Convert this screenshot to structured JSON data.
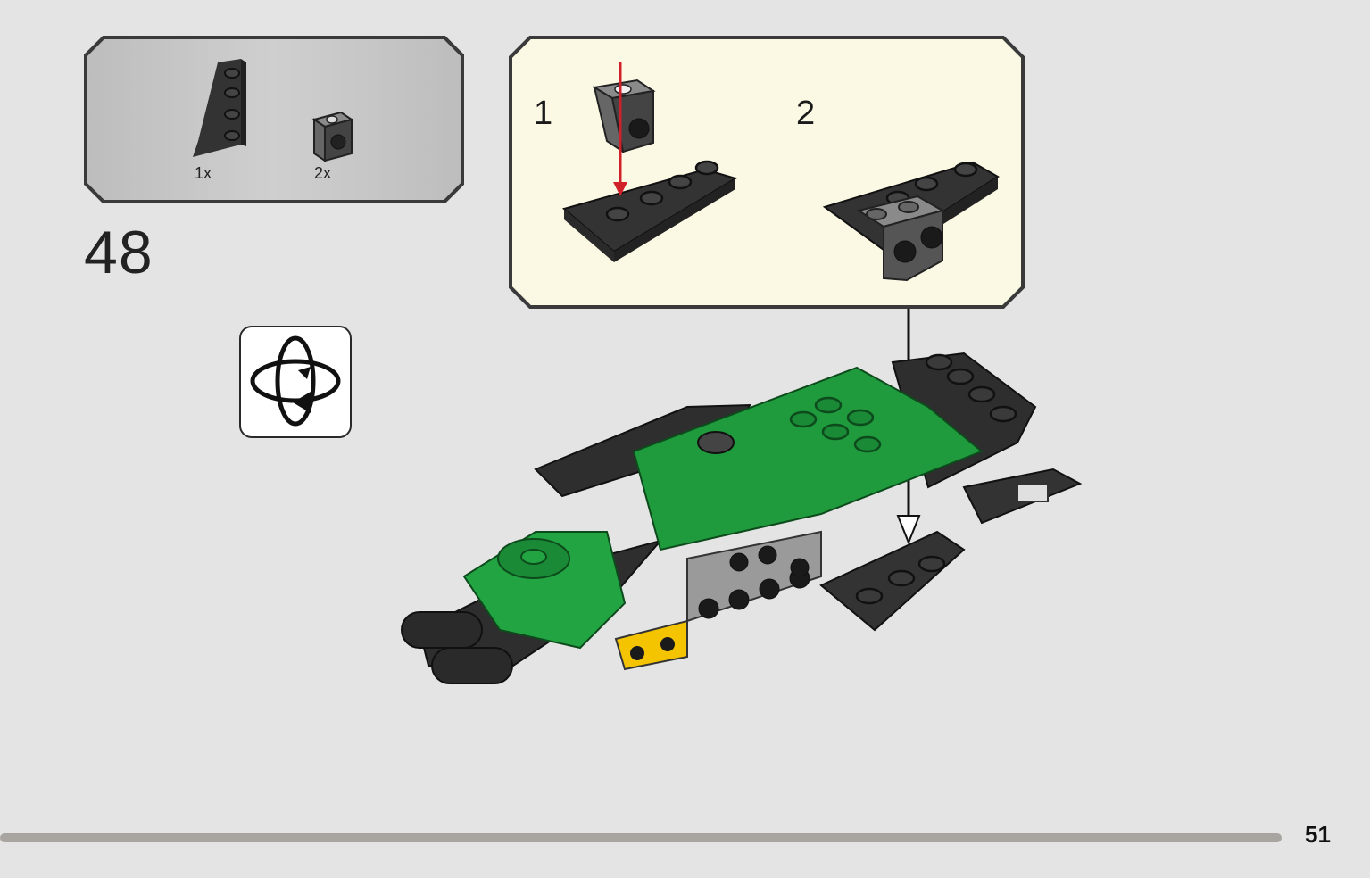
{
  "step": {
    "number": "48"
  },
  "parts_list": [
    {
      "part": "wedge-plate-dark-gray",
      "quantity_label": "1x"
    },
    {
      "part": "bracket-dark-gray",
      "quantity_label": "2x"
    }
  ],
  "subassembly": {
    "substeps": [
      {
        "number": "1"
      },
      {
        "number": "2"
      }
    ]
  },
  "icons": {
    "rotate": "rotate-model-icon"
  },
  "colors": {
    "page_background": "#e4e4e4",
    "parts_panel_background": "#c8c8c8",
    "subassembly_panel_background": "#fbf9e4",
    "panel_border": "#3a3a3a",
    "lego_green": "#1f9a3c",
    "lego_dark_gray": "#3a3a3a",
    "lego_light_gray": "#9a9a9a",
    "lego_yellow": "#f5c400",
    "arrow_red": "#d0202a"
  },
  "footer": {
    "page_number": "51",
    "progress": 0.935
  }
}
